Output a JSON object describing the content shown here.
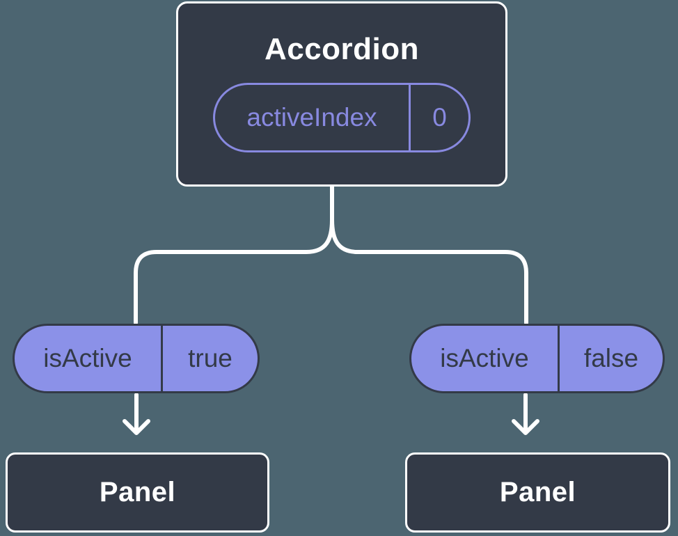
{
  "colors": {
    "background": "#4C6571",
    "node_fill": "#333A47",
    "node_border": "#FFFFFF",
    "state_accent": "#8889E0",
    "prop_pill_fill": "#8B91E8",
    "dark_text": "#333A47",
    "light_text": "#FFFFFF"
  },
  "root": {
    "title": "Accordion",
    "state": {
      "name": "activeIndex",
      "value": "0"
    }
  },
  "children": [
    {
      "prop": {
        "name": "isActive",
        "value": "true"
      },
      "label": "Panel"
    },
    {
      "prop": {
        "name": "isActive",
        "value": "false"
      },
      "label": "Panel"
    }
  ]
}
